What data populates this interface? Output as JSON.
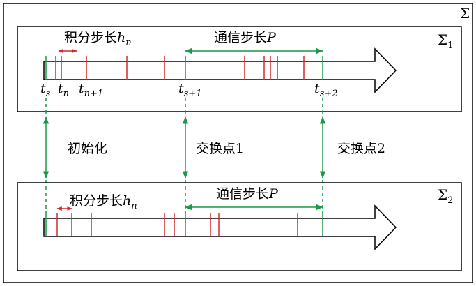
{
  "outer_label": "Σ",
  "sub1": {
    "label": "Σ",
    "label_sub": "1",
    "integ_text": "积分步长",
    "integ_sym": "h",
    "integ_sub": "n",
    "comm_text": "通信步长",
    "comm_sym": "P",
    "time_labels": {
      "ts": {
        "main": "t",
        "sub": "s"
      },
      "tn": {
        "main": "t",
        "sub": "n"
      },
      "tn1": {
        "main": "t",
        "sub": "n+1"
      },
      "ts1": {
        "main": "t",
        "sub": "s+1"
      },
      "ts2": {
        "main": "t",
        "sub": "s+2"
      }
    }
  },
  "sub2": {
    "label": "Σ",
    "label_sub": "2",
    "integ_text": "积分步长",
    "integ_sym": "h",
    "integ_sub": "n",
    "comm_text": "通信步长",
    "comm_sym": "P"
  },
  "middle": {
    "init": "初始化",
    "exchange1": "交换点1",
    "exchange2": "交换点2"
  },
  "colors": {
    "green": "#1a9a48",
    "red": "#d32a2a",
    "black": "#000000"
  }
}
